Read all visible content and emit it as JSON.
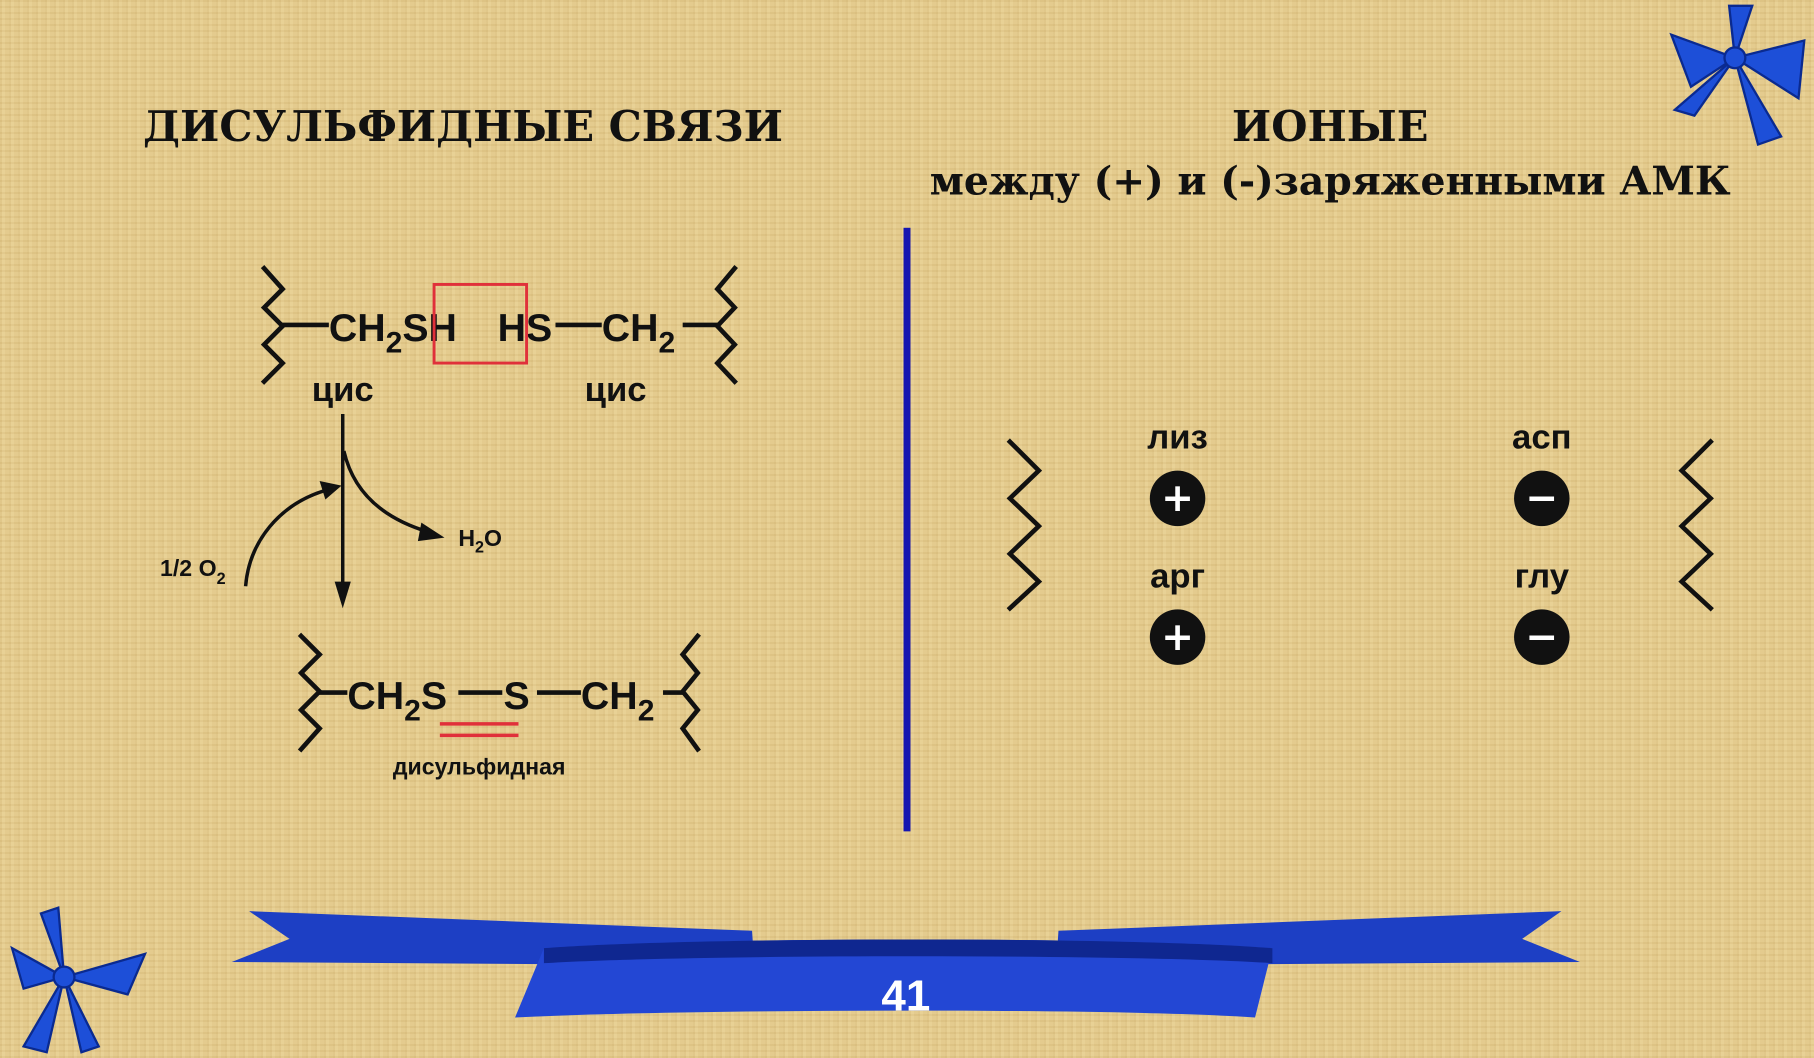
{
  "left": {
    "title": "ДИСУЛЬФИДНЫЕ СВЯЗИ",
    "top_left_group": "CH",
    "top_left_sub": "2",
    "top_left_s": "S",
    "top_left_h": "H",
    "top_right_h": "H",
    "top_right_s": "S",
    "top_right_group": "CH",
    "top_right_sub": "2",
    "cys_left": "цис",
    "cys_right": "цис",
    "oxygen": "1/2 O",
    "oxygen_sub": "2",
    "water_h": "H",
    "water_sub": "2",
    "water_o": "O",
    "bottom_left_group": "CH",
    "bottom_left_sub": "2",
    "bottom_s1": "S",
    "bottom_s2": "S",
    "bottom_right_group": "CH",
    "bottom_right_sub": "2",
    "bond_label": "дисульфидная"
  },
  "right": {
    "title_line1": "ИОНЫЕ",
    "title_line2": "между (+) и (-)заряженными АМК",
    "positive": [
      {
        "label": "лиз",
        "sign": "+"
      },
      {
        "label": "арг",
        "sign": "+"
      }
    ],
    "negative": [
      {
        "label": "асп",
        "sign": "−"
      },
      {
        "label": "глу",
        "sign": "−"
      }
    ]
  },
  "slide_number": "41",
  "colors": {
    "divider": "#1515b0",
    "ribbon": "#1d3fc4",
    "highlight": "#e0303a"
  }
}
